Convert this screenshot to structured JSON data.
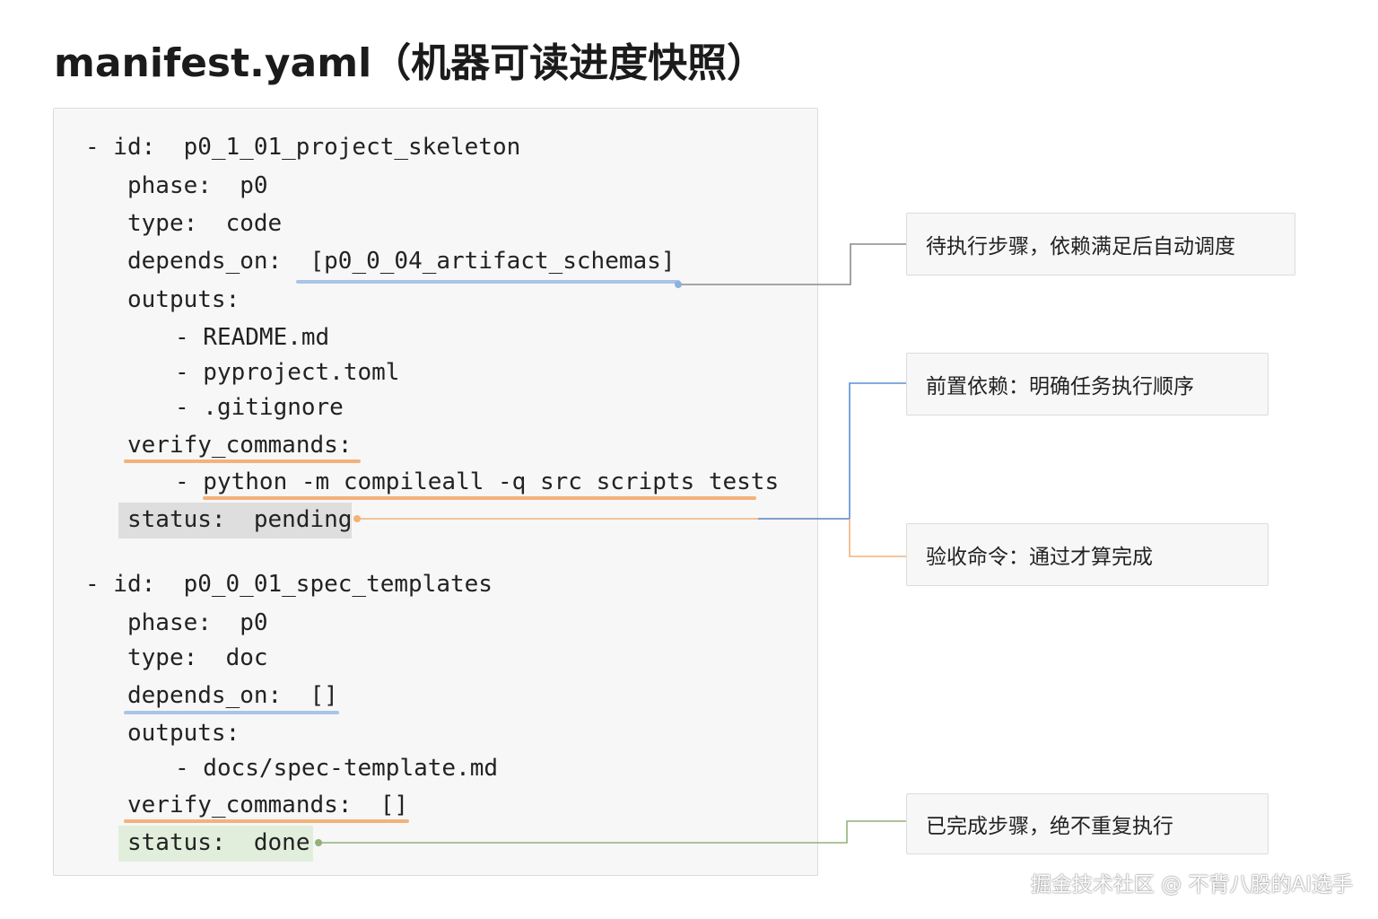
{
  "title": "manifest.yaml（机器可读进度快照）",
  "code_lines": [
    "- id:  p0_1_01_project_skeleton",
    "phase:  p0",
    "type:  code",
    "depends_on:  [p0_0_04_artifact_schemas]",
    "outputs:",
    "- README.md",
    "- pyproject.toml",
    "- .gitignore",
    "verify_commands:",
    "- python -m compileall -q src scripts tests",
    "status:  pending",
    "- id:  p0_0_01_spec_templates",
    "phase:  p0",
    "type:  doc",
    "depends_on:  []",
    "outputs:",
    "- docs/spec-template.md",
    "verify_commands:  []",
    "status:  done"
  ],
  "callouts": {
    "pending": "待执行步骤，依赖满足后自动调度",
    "depends": "前置依赖：明确任务执行顺序",
    "verify": "验收命令：通过才算完成",
    "done": "已完成步骤，绝不重复执行"
  },
  "colors": {
    "blue": "#a9c4e6",
    "blue_line": "#5b8fd4",
    "orange": "#f2b27a",
    "gray_line": "#8a8a8a",
    "green_line": "#93b07c",
    "green_hl": "#e2eedc",
    "gray_hl": "#dedede"
  },
  "watermark": "掘金技术社区 @ 不背八股的AI选手"
}
